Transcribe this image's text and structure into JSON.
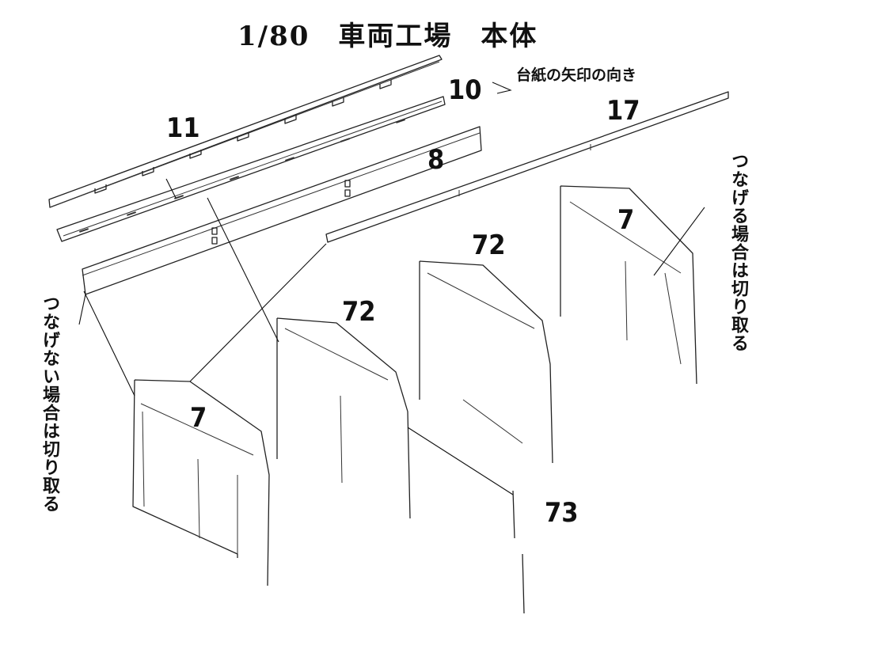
{
  "title": "1/80　車両工場　本体",
  "arrow_note": "台紙の矢印の向き",
  "left_note": "つなげない場合は切り取る",
  "right_note": "つなげる場合は切り取る",
  "part_labels": {
    "p11": "11",
    "p10": "10",
    "p17": "17",
    "p8": "8",
    "p7_left": "7",
    "p72_a": "72",
    "p72_b": "72",
    "p7_right": "7",
    "p73": "73"
  }
}
